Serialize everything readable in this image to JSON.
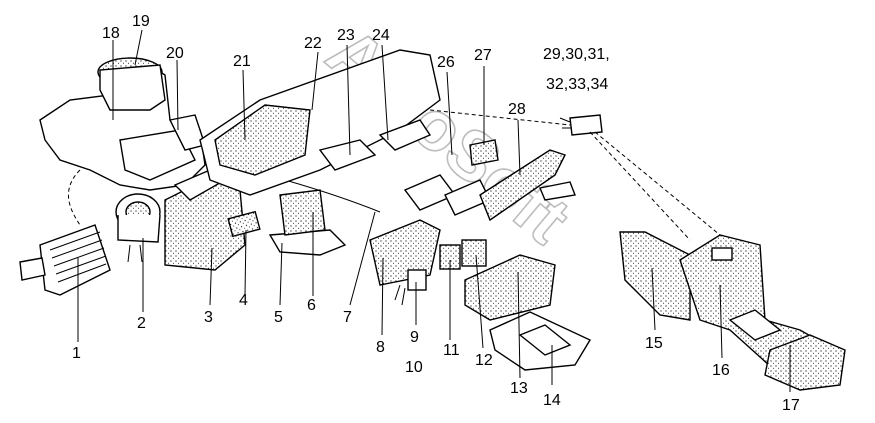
{
  "diagram": {
    "watermark": "AvtoSoft",
    "callouts": [
      {
        "id": "1",
        "text": "1"
      },
      {
        "id": "2",
        "text": "2"
      },
      {
        "id": "3",
        "text": "3"
      },
      {
        "id": "4",
        "text": "4"
      },
      {
        "id": "5",
        "text": "5"
      },
      {
        "id": "6",
        "text": "6"
      },
      {
        "id": "7",
        "text": "7"
      },
      {
        "id": "8",
        "text": "8"
      },
      {
        "id": "9",
        "text": "9"
      },
      {
        "id": "10",
        "text": "10"
      },
      {
        "id": "11",
        "text": "11"
      },
      {
        "id": "12",
        "text": "12"
      },
      {
        "id": "13",
        "text": "13"
      },
      {
        "id": "14",
        "text": "14"
      },
      {
        "id": "15",
        "text": "15"
      },
      {
        "id": "16",
        "text": "16"
      },
      {
        "id": "17",
        "text": "17"
      },
      {
        "id": "18",
        "text": "18"
      },
      {
        "id": "19",
        "text": "19"
      },
      {
        "id": "20",
        "text": "20"
      },
      {
        "id": "21",
        "text": "21"
      },
      {
        "id": "22",
        "text": "22"
      },
      {
        "id": "23",
        "text": "23"
      },
      {
        "id": "24",
        "text": "24"
      },
      {
        "id": "26",
        "text": "26"
      },
      {
        "id": "27",
        "text": "27"
      },
      {
        "id": "28",
        "text": "28"
      },
      {
        "id": "29-31",
        "text": "29,30,31,"
      },
      {
        "id": "32-34",
        "text": "32,33,34"
      }
    ]
  }
}
